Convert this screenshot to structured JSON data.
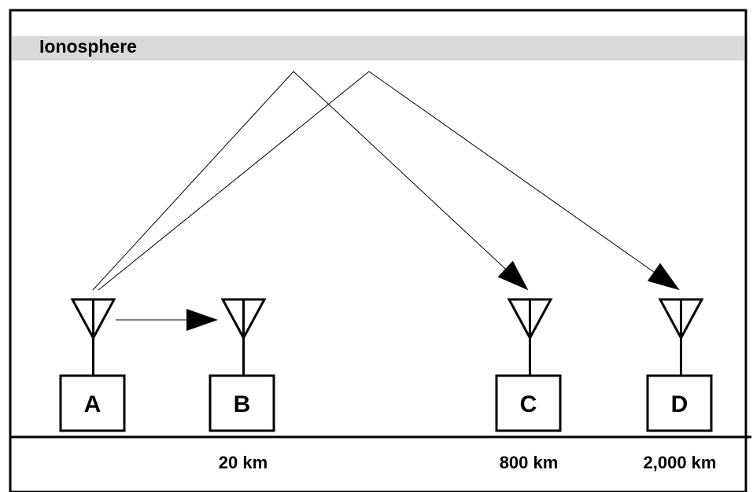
{
  "ionosphere": {
    "label": "Ionosphere"
  },
  "stations": [
    {
      "id": "A",
      "label": "A",
      "distance": ""
    },
    {
      "id": "B",
      "label": "B",
      "distance": "20 km"
    },
    {
      "id": "C",
      "label": "C",
      "distance": "800 km"
    },
    {
      "id": "D",
      "label": "D",
      "distance": "2,000 km"
    }
  ],
  "colors": {
    "ionosphere_band": "#d9d9d9",
    "ink": "#000000"
  }
}
